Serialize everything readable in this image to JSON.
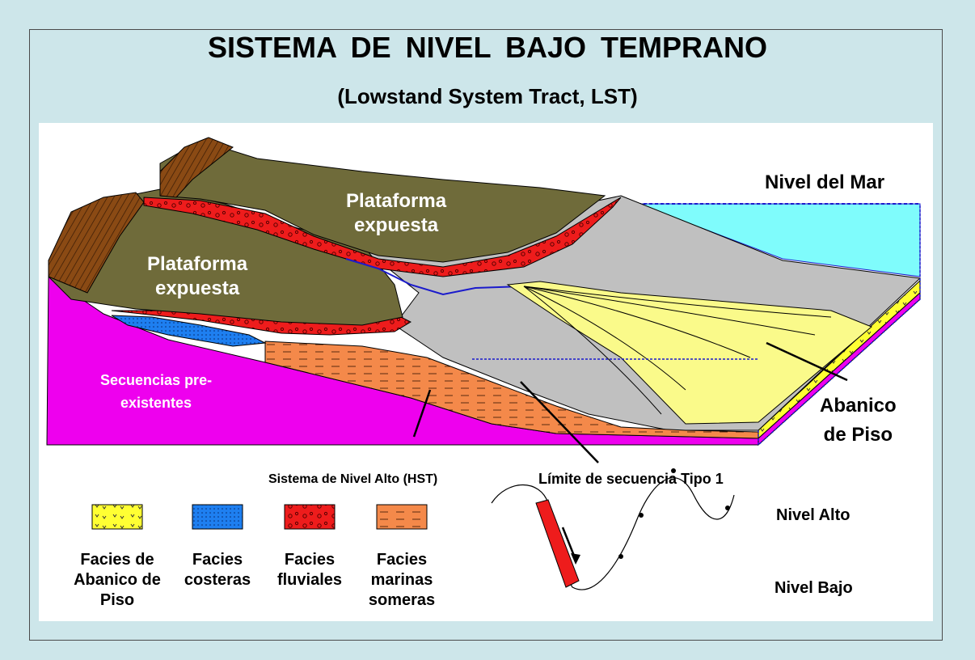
{
  "title": "SISTEMA  DE  NIVEL  BAJO  TEMPRANO",
  "subtitle": "(Lowstand System Tract,  LST)",
  "labels": {
    "plataforma_upper_1": "Plataforma",
    "plataforma_upper_2": "expuesta",
    "plataforma_lower_1": "Plataforma",
    "plataforma_lower_2": "expuesta",
    "nivel_del_mar": "Nivel del Mar",
    "secuencias_1": "Secuencias pre-",
    "secuencias_2": "existentes",
    "abanico_1": "Abanico",
    "abanico_2": "de Piso",
    "hst": "Sistema de Nivel Alto (HST)",
    "limite": "Límite de secuencia Tipo 1",
    "nivel_alto": "Nivel Alto",
    "nivel_bajo": "Nivel Bajo"
  },
  "legend": [
    {
      "label": "Facies de\nAbanico de\nPiso",
      "color": "#ffff33",
      "pattern": "fan-symbol"
    },
    {
      "label": "Facies\ncosteras",
      "color": "#1e7ff0",
      "pattern": "dotted"
    },
    {
      "label": "Facies\nfluviales",
      "color": "#ee1c1c",
      "pattern": "pebbles"
    },
    {
      "label": "Facies\nmarinas\nsomeras",
      "color": "#f4894a",
      "pattern": "dashes"
    }
  ],
  "colors": {
    "background": "#cde6ea",
    "platform": "#6f6b3a",
    "pre_existing": "#ee00ee",
    "slope_grey": "#c0c0c0",
    "sea": "#7ffcfc",
    "fan": "#fafa8a",
    "fluvial": "#ee1c1c",
    "marine_shallow": "#f4894a",
    "cliff": "#8a4a14"
  }
}
